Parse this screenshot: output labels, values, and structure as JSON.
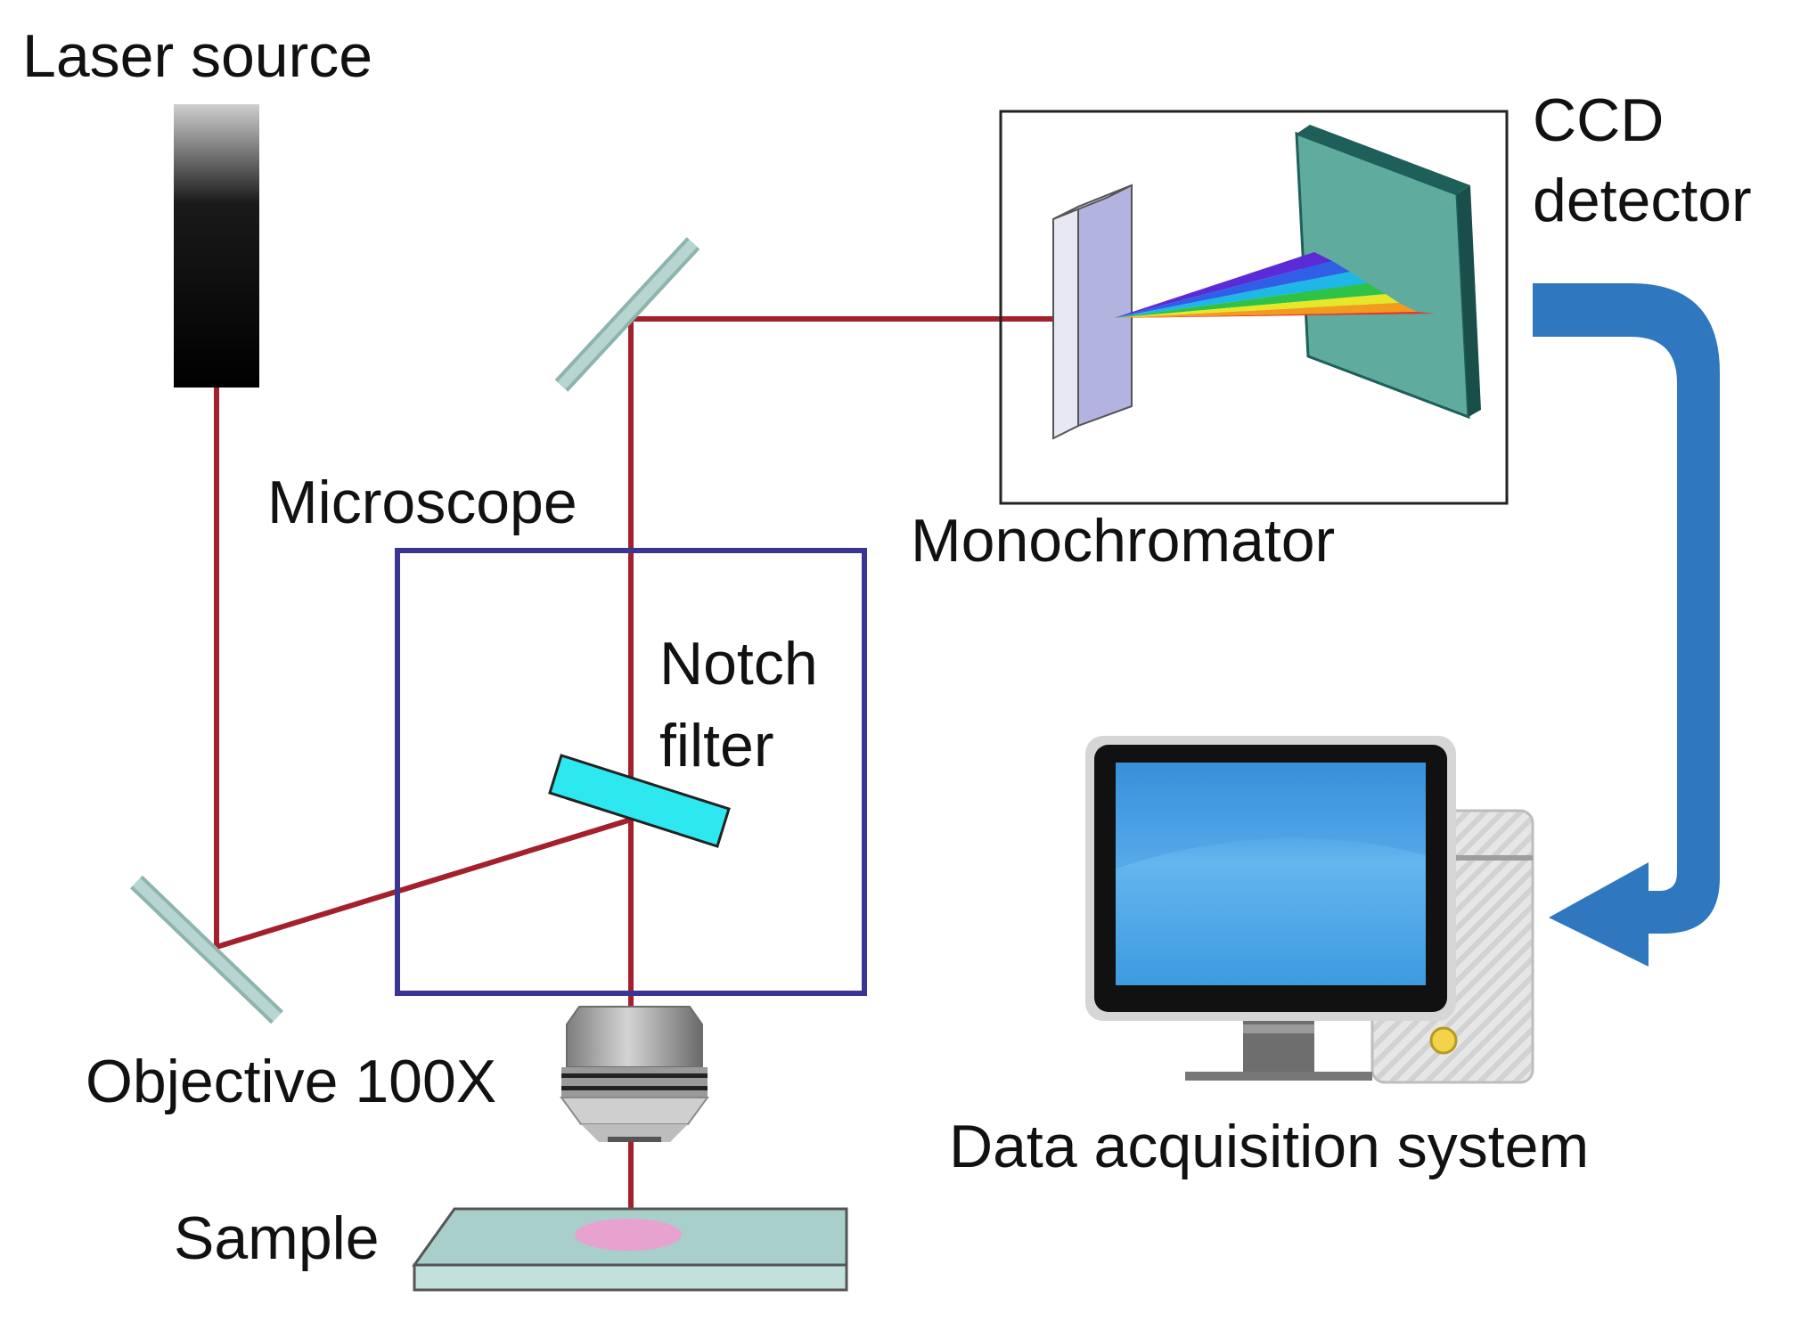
{
  "labels": {
    "laser_source": "Laser source",
    "ccd_line1": "CCD",
    "ccd_line2": "detector",
    "microscope": "Microscope",
    "monochromator": "Monochromator",
    "notch_line1": "Notch",
    "notch_line2": "filter",
    "objective": "Objective 100X",
    "data_acquisition": "Data acquisition system",
    "sample": "Sample"
  },
  "colors": {
    "beam": "#a3202c",
    "microscope_box": "#3a3593",
    "mirror": "#a8c8c2",
    "notch_filter": "#2ee8f0",
    "ccd_face": "#5fab9e",
    "ccd_edge": "#1f5f5a",
    "arrow": "#2f77be",
    "sample_slide": "#a9cfca",
    "sample_spot": "#e7a2cf"
  }
}
